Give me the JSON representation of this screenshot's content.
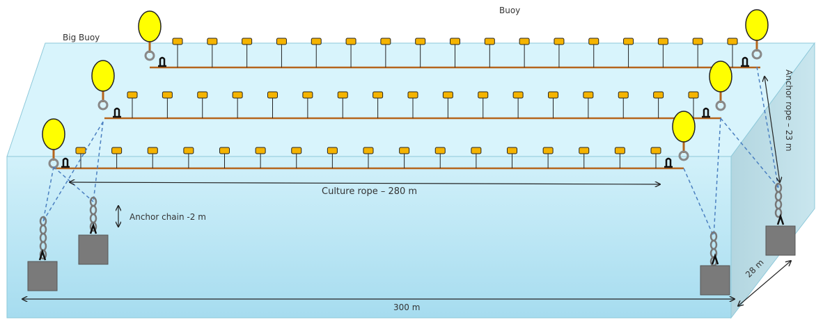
{
  "labels": {
    "buoy": "Buoy",
    "big_buoy": "Big Buoy",
    "culture_rope": "Culture rope – 280 m",
    "anchor_chain": "Anchor chain -2 m",
    "anchor_rope": "Anchor rope – 23 m",
    "length": "300 m",
    "width": "28 m"
  },
  "colors": {
    "water_front": "#bfeaf6",
    "water_top": "#d7f3fb",
    "water_side": "#a9cdd8",
    "big_buoy": "#ffff00",
    "small_buoy": "#f5b400",
    "rope": "#b5651d",
    "anchor_line": "#4a7fc0",
    "anchor_block": "#7a7a7a"
  }
}
